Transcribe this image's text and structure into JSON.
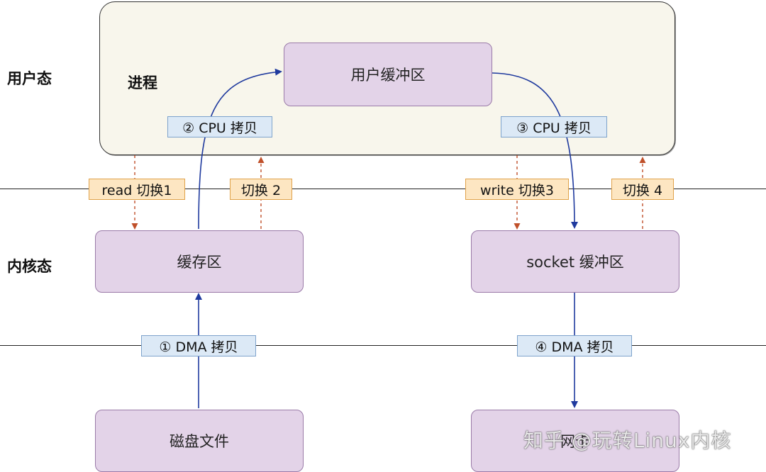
{
  "zones": {
    "user_mode": "用户态",
    "kernel_mode": "内核态"
  },
  "process": {
    "label": "进程",
    "user_buffer": "用户缓冲区"
  },
  "kernel": {
    "page_cache": "缓存区",
    "socket_buffer": "socket 缓冲区"
  },
  "devices": {
    "disk_file": "磁盘文件",
    "nic": "网卡"
  },
  "copies": {
    "dma_1": "① DMA 拷贝",
    "cpu_2": "② CPU 拷贝",
    "cpu_3": "③ CPU 拷贝",
    "dma_4": "④ DMA 拷贝"
  },
  "switches": {
    "switch_1": "read 切换1",
    "switch_2": "切换 2",
    "switch_3": "write 切换3",
    "switch_4": "切换 4"
  },
  "watermark": "知乎 @玩转Linux内核",
  "colors": {
    "process_bg": "#f8f6ec",
    "node_fill": "#e3d3e8",
    "node_border": "#9a7aa8",
    "copy_arrow": "#1f3a9e",
    "switch_arrow": "#c0502a",
    "tag_blue": "#dce9f6",
    "tag_orange": "#fde6c2"
  }
}
